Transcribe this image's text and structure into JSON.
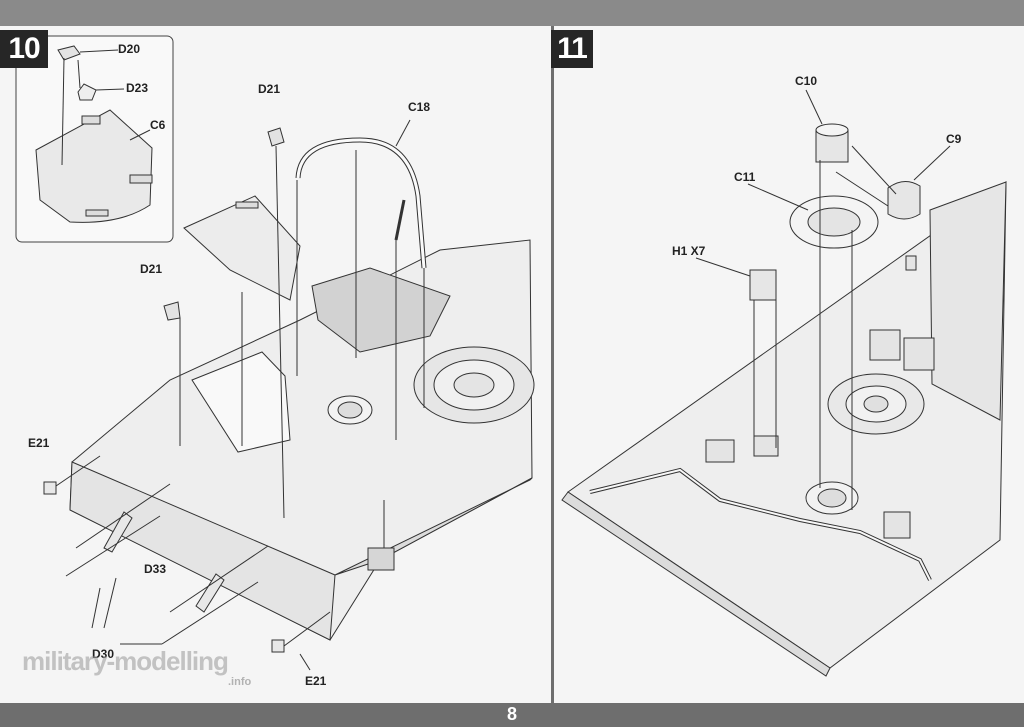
{
  "page_number": "8",
  "steps": [
    {
      "number": "10",
      "labels": {
        "d20": "D20",
        "d23": "D23",
        "c6": "C6",
        "d21_top": "D21",
        "c18": "C18",
        "d21_left": "D21",
        "e21_left": "E21",
        "d33": "D33",
        "d30": "D30",
        "e21_bottom": "E21"
      }
    },
    {
      "number": "11",
      "labels": {
        "c10": "C10",
        "c9": "C9",
        "c11": "C11",
        "h1x7": "H1 X7"
      }
    }
  ],
  "watermark": {
    "text": "military-modelling",
    "suffix": ".info"
  },
  "colors": {
    "badge": "#262626",
    "bar": "#6e6e6e",
    "line": "#333333"
  }
}
